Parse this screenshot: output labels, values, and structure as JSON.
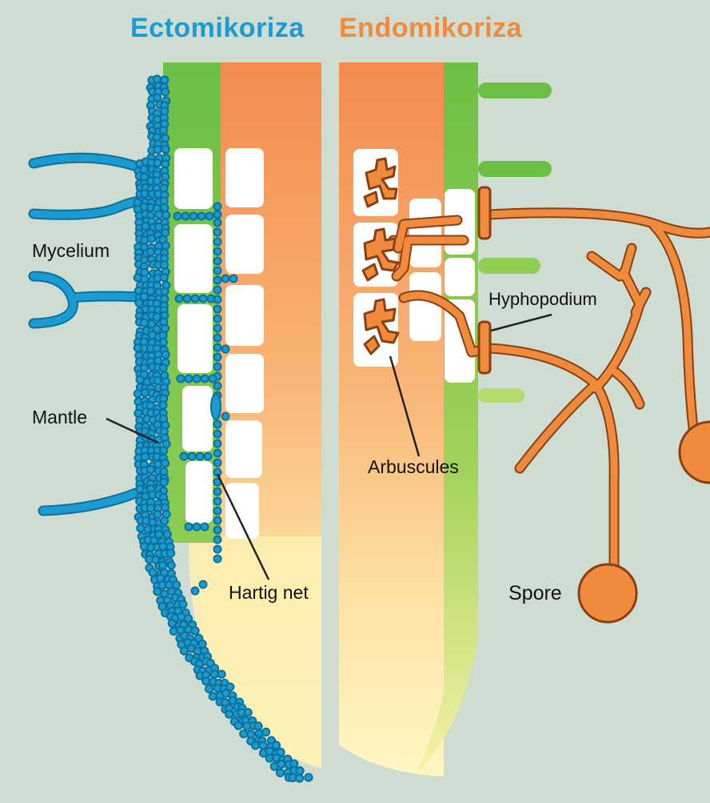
{
  "titles": {
    "ectomycorrhiza": "Ectomikoriza",
    "endomycorrhiza": "Endomikoriza"
  },
  "labels": {
    "mycelium": "Mycelium",
    "mantle": "Mantle",
    "hartig_net": "Hartig net",
    "hyphopodium": "Hyphopodium",
    "arbuscules": "Arbuscules",
    "spore": "Spore"
  },
  "colors": {
    "background": "#cfdcd2",
    "ecto_fungus": "#1a9bd1",
    "endo_fungus": "#f08a3c",
    "root_epidermis": "#6cbf45",
    "root_cortex": "#f48b4f",
    "root_tip": "#fff3b8"
  }
}
